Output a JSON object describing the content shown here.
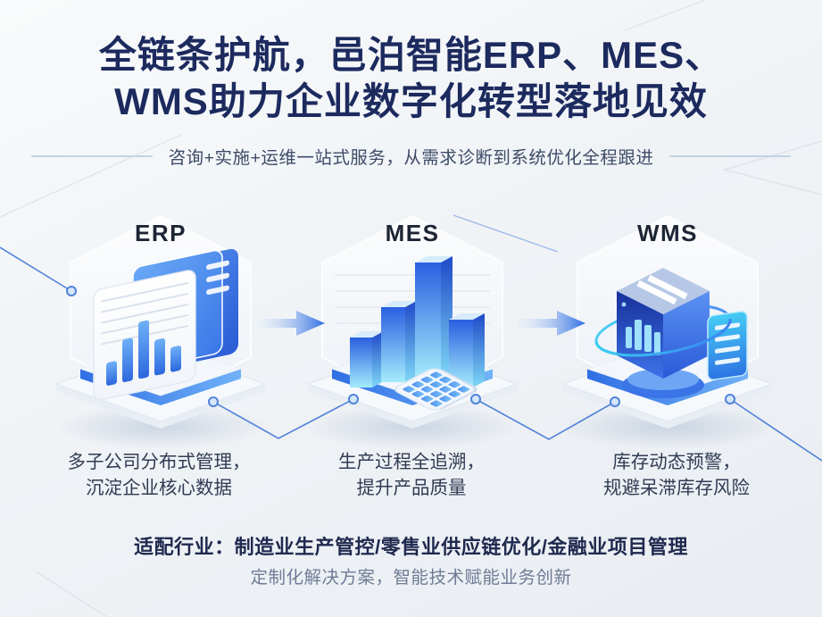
{
  "header": {
    "title_line1": "全链条护航，邑泊智能ERP、MES、",
    "title_line2": "WMS助力企业数字化转型落地见效",
    "subtitle": "咨询+实施+运维一站式服务，从需求诊断到系统优化全程跟进"
  },
  "panels": [
    {
      "label": "ERP",
      "icon": "erp-documents-chart-icon",
      "caption_line1": "多子公司分布式管理，",
      "caption_line2": "沉淀企业核心数据"
    },
    {
      "label": "MES",
      "icon": "mes-3d-bar-chart-icon",
      "caption_line1": "生产过程全追溯，",
      "caption_line2": "提升产品质量"
    },
    {
      "label": "WMS",
      "icon": "wms-server-cube-icon",
      "caption_line1": "库存动态预警，",
      "caption_line2": "规避呆滞库存风险"
    }
  ],
  "footer": {
    "industries": "适配行业：制造业生产管控/零售业供应链优化/金融业项目管理",
    "tagline": "定制化解决方案，智能技术赋能业务创新"
  },
  "colors": {
    "title": "#1c2a5e",
    "subtitle": "#3e4b68",
    "panel_label": "#1d2534",
    "caption": "#313b53",
    "footer_bold": "#20294f",
    "footer_sub": "#707c96",
    "accent": "#2e6ee3",
    "cyan": "#45ccf4",
    "connector": "#4f82d8",
    "background": "#f0f3f6"
  }
}
